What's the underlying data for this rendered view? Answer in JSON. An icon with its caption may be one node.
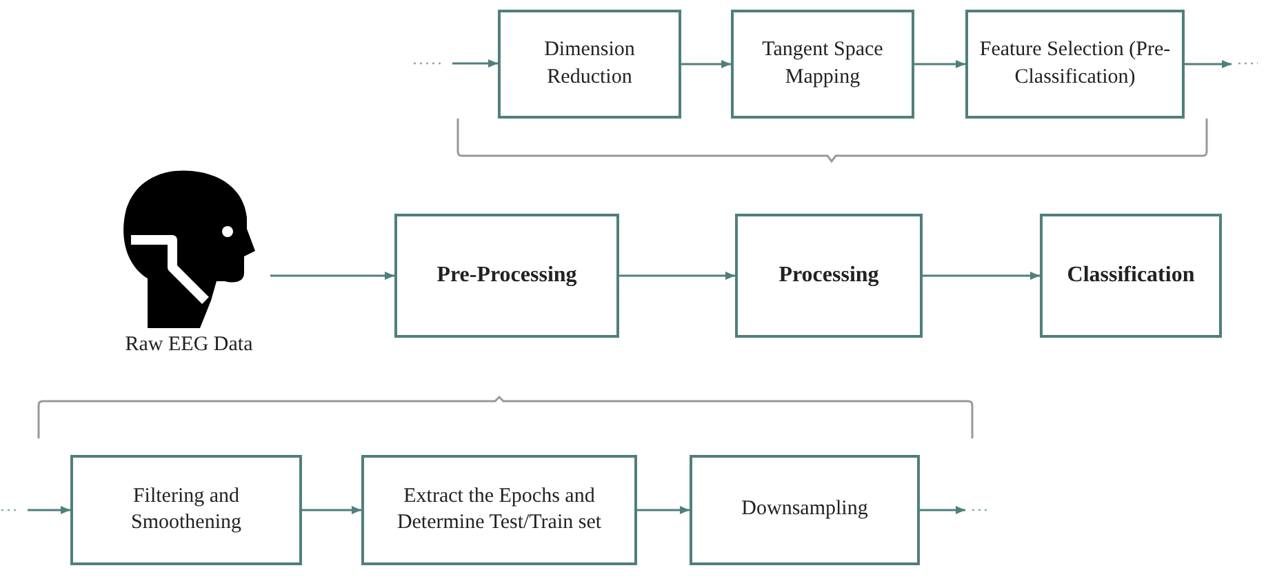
{
  "diagram": {
    "nodes": [
      {
        "text": [
          "Dimension Reduction"
        ]
      },
      {
        "text": [
          "Tangent Space Mapping"
        ]
      },
      {
        "text": [
          "Feature Selection (Pre-Classification)"
        ]
      },
      {
        "text": [
          "Raw EEG Data"
        ]
      },
      {
        "text": [
          "Pre-Processing"
        ]
      },
      {
        "text": [
          "Processing"
        ]
      },
      {
        "text": [
          "Classification"
        ]
      },
      {
        "text": [
          "Filtering and Smoothening"
        ]
      },
      {
        "text": [
          "Extract the Epochs and Determine Test/Train set"
        ]
      },
      {
        "text": [
          "Downsampling"
        ]
      }
    ],
    "edges": [
      {
        "from": null,
        "to": 0,
        "arrow": "to"
      },
      {
        "from": 0,
        "to": 1,
        "arrow": "to"
      },
      {
        "from": 1,
        "to": 2,
        "arrow": "to"
      },
      {
        "from": 2,
        "to": null,
        "arrow": "to"
      },
      {
        "from": 3,
        "to": 4,
        "arrow": "to"
      },
      {
        "from": 4,
        "to": 5,
        "arrow": "to"
      },
      {
        "from": 5,
        "to": 6,
        "arrow": "to"
      },
      {
        "from": null,
        "to": 7,
        "arrow": "to"
      },
      {
        "from": 7,
        "to": 8,
        "arrow": "to"
      },
      {
        "from": 8,
        "to": 9,
        "arrow": "to"
      },
      {
        "from": 9,
        "to": null,
        "arrow": "to"
      }
    ]
  }
}
